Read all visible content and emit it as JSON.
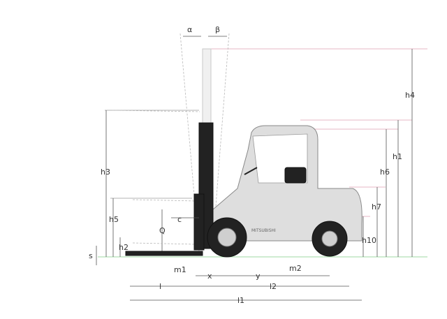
{
  "labels": {
    "alpha": "α",
    "beta": "β",
    "h1": "h1",
    "h2": "h2",
    "h3": "h3",
    "h4": "h4",
    "h5": "h5",
    "h6": "h6",
    "h7": "h7",
    "h10": "h10",
    "s": "s",
    "c": "c",
    "Q": "Q",
    "m1": "m1",
    "m2": "m2",
    "x": "x",
    "y": "y",
    "l": "l",
    "l1": "l1",
    "l2": "l2"
  },
  "logo": "MITSUBISHI",
  "colors": {
    "guide_top": "#e7b7c6",
    "guide_ground": "#9fd8a3",
    "line": "#555555"
  }
}
